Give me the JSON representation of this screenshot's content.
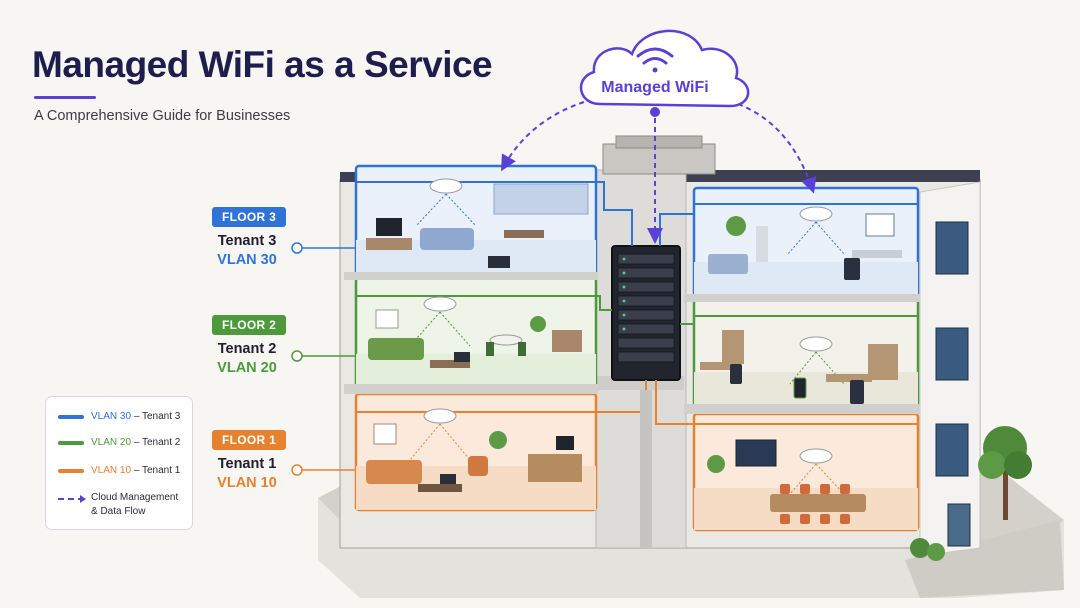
{
  "header": {
    "title": "Managed WiFi as a Service",
    "subtitle": "A Comprehensive Guide for Businesses"
  },
  "cloud": {
    "label": "Managed WiFi",
    "icon": "wifi-icon"
  },
  "floors": [
    {
      "tag": "FLOOR 3",
      "tenant": "Tenant 3",
      "vlan": "VLAN 30",
      "color": "#2f73d6"
    },
    {
      "tag": "FLOOR 2",
      "tenant": "Tenant 2",
      "vlan": "VLAN 20",
      "color": "#4c9a3c"
    },
    {
      "tag": "FLOOR 1",
      "tenant": "Tenant 1",
      "vlan": "VLAN 10",
      "color": "#e6812f"
    }
  ],
  "legend": {
    "items": [
      {
        "vlan": "VLAN 30",
        "tenant": "– Tenant 3",
        "color": "#2f73d6"
      },
      {
        "vlan": "VLAN 20",
        "tenant": "– Tenant 2",
        "color": "#4c9a3c"
      },
      {
        "vlan": "VLAN 10",
        "tenant": "– Tenant 1",
        "color": "#e6812f"
      }
    ],
    "flow_line1": "Cloud Management",
    "flow_line2": "& Data Flow",
    "flow_color": "#5b40d6"
  }
}
